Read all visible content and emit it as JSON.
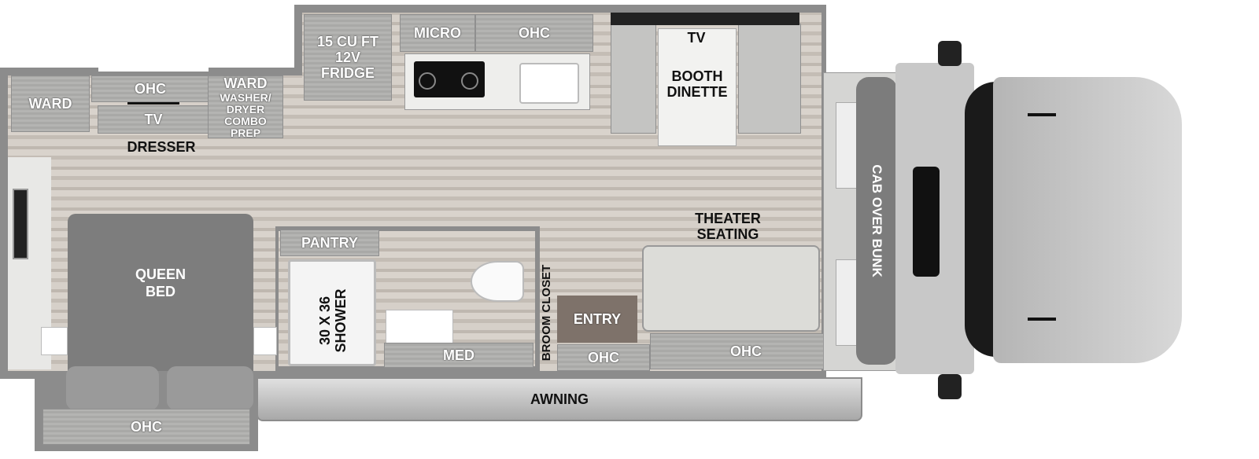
{
  "labels": {
    "ward_left": "WARD",
    "ohc_bedroom": "OHC",
    "tv_bedroom": "TV",
    "ward_right": "WARD",
    "washer_line1": "WASHER/",
    "washer_line2": "DRYER COMBO",
    "washer_line3": "PREP",
    "dresser": "DRESSER",
    "fridge_line1": "15 CU FT",
    "fridge_line2": "12V",
    "fridge_line3": "FRIDGE",
    "micro": "MICRO",
    "ohc_kitchen": "OHC",
    "tv_dinette": "TV",
    "dinette_line1": "BOOTH",
    "dinette_line2": "DINETTE",
    "theater_line1": "THEATER",
    "theater_line2": "SEATING",
    "cab_over_bunk": "CAB OVER BUNK",
    "bed_line1": "QUEEN",
    "bed_line2": "BED",
    "pantry": "PANTRY",
    "shower_line1": "30 X 36",
    "shower_line2": "SHOWER",
    "med": "MED",
    "broom_closet": "BROOM CLOSET",
    "entry": "ENTRY",
    "ohc_entry": "OHC",
    "ohc_theater": "OHC",
    "awning": "AWNING",
    "ohc_slide": "OHC"
  },
  "colors": {
    "wall": "#8c8c8c",
    "floor": "#cfc8c0",
    "cabinet": "#b0b0ae",
    "bed": "#7d7d7d",
    "cab": "#c8c8c8"
  }
}
